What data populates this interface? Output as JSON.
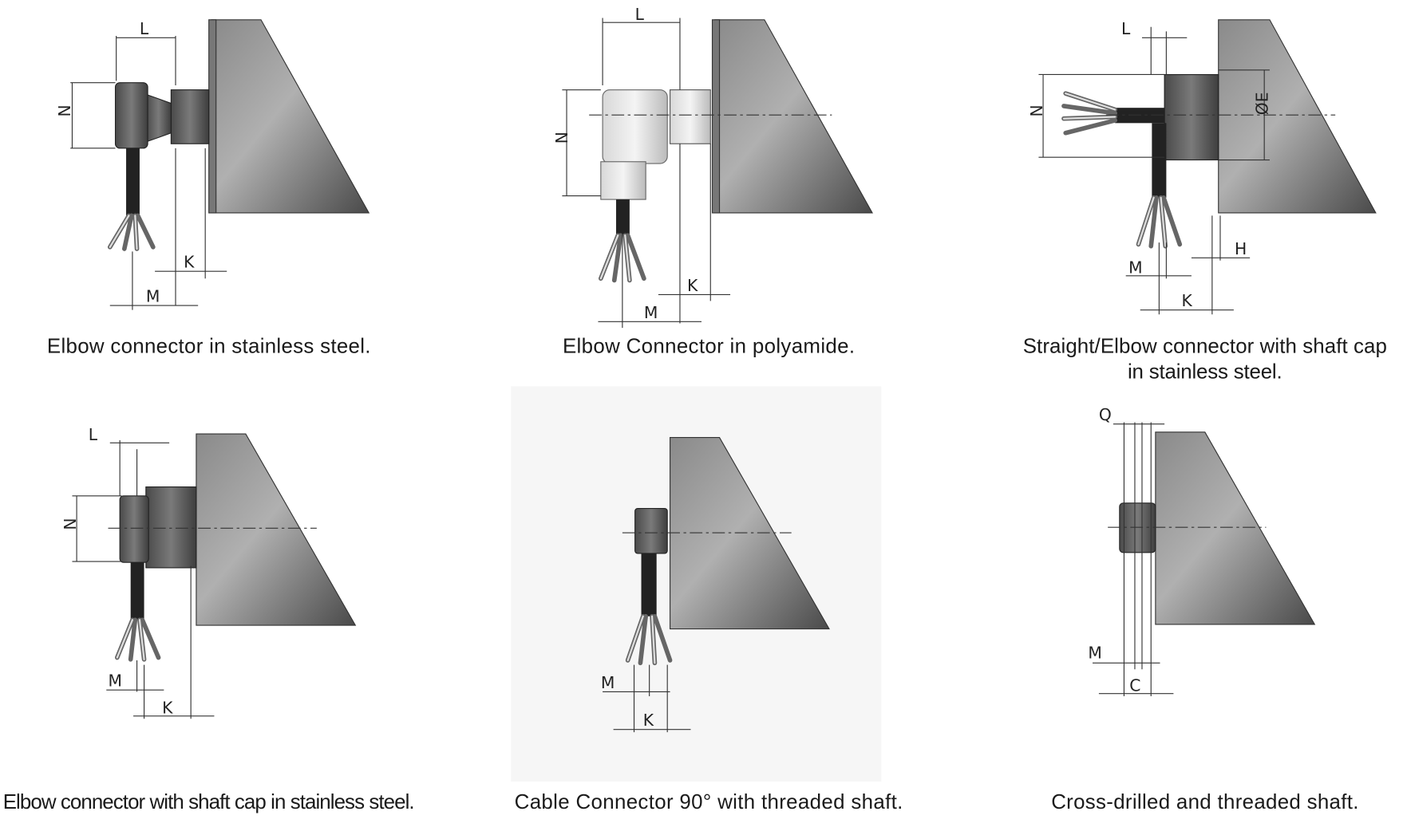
{
  "panels": [
    {
      "caption": "Elbow connector in stainless steel.",
      "dims": [
        "L",
        "N",
        "K",
        "M"
      ]
    },
    {
      "caption": "Elbow Connector in polyamide.",
      "dims": [
        "L",
        "N",
        "K",
        "M"
      ]
    },
    {
      "caption_line1": "Straight/Elbow connector with shaft cap",
      "caption_line2": "in stainless steel.",
      "dims": [
        "L",
        "N",
        "ØE",
        "H",
        "M",
        "K"
      ]
    },
    {
      "caption": "Elbow connector with shaft cap in stainless steel.",
      "dims": [
        "L",
        "N",
        "M",
        "K"
      ]
    },
    {
      "caption": "Cable Connector 90° with threaded shaft.",
      "dims": [
        "M",
        "K"
      ]
    },
    {
      "caption": "Cross-drilled and threaded shaft.",
      "dims": [
        "Q",
        "M",
        "C"
      ]
    }
  ]
}
